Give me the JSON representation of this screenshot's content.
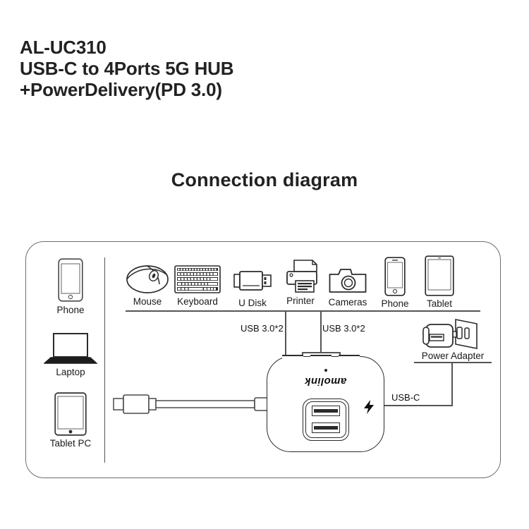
{
  "header": {
    "model": "AL-UC310",
    "desc_line1": "USB-C to 4Ports 5G HUB",
    "desc_line2": "+PowerDelivery(PD 3.0)"
  },
  "diagram": {
    "title": "Connection diagram",
    "brand": "amolink",
    "left_devices": [
      {
        "icon": "phone-icon",
        "label": "Phone"
      },
      {
        "icon": "laptop-icon",
        "label": "Laptop"
      },
      {
        "icon": "tablet-pc-icon",
        "label": "Tablet PC"
      }
    ],
    "top_devices": [
      {
        "icon": "mouse-icon",
        "label": "Mouse"
      },
      {
        "icon": "keyboard-icon",
        "label": "Keyboard"
      },
      {
        "icon": "usb-disk-icon",
        "label": "U Disk"
      },
      {
        "icon": "printer-icon",
        "label": "Printer"
      },
      {
        "icon": "camera-icon",
        "label": "Cameras"
      },
      {
        "icon": "phone-icon",
        "label": "Phone"
      },
      {
        "icon": "tablet-icon",
        "label": "Tablet"
      }
    ],
    "port_labels": {
      "usb_left": "USB 3.0*2",
      "usb_right": "USB 3.0*2",
      "usb_c": "USB-C"
    },
    "power": {
      "icon": "power-adapter-icon",
      "label": "Power Adapter"
    },
    "colors": {
      "outline": "#6e6e6e",
      "line": "#555555",
      "ink": "#1a1a1a",
      "hub_stroke": "#2b2b2b",
      "background": "#ffffff"
    }
  }
}
